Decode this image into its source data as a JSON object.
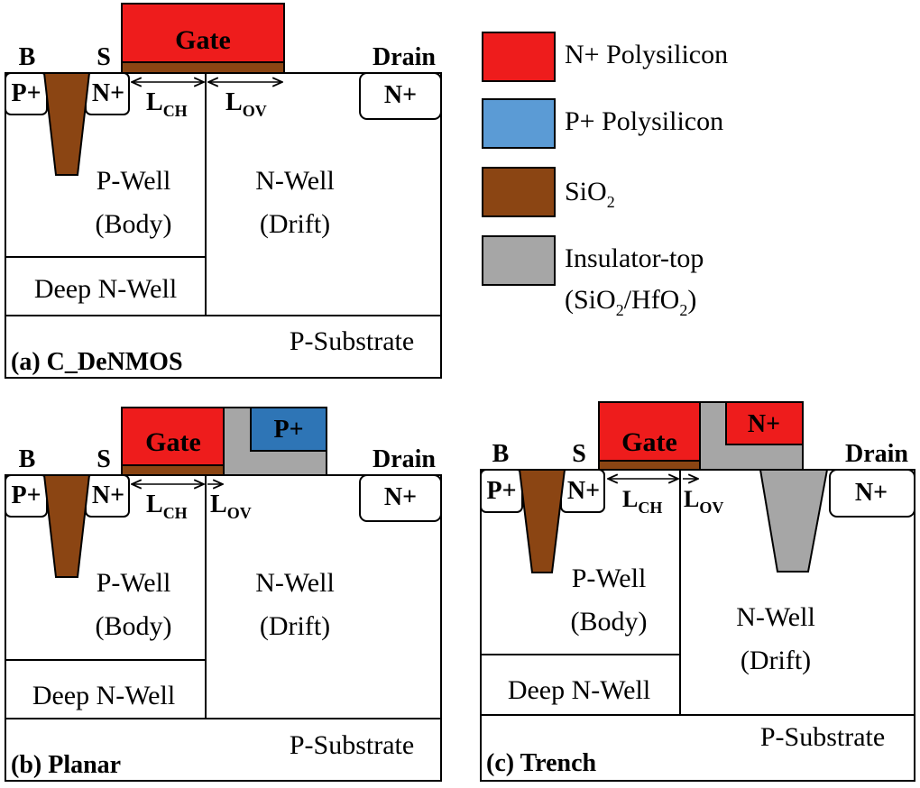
{
  "legend": [
    {
      "label": "N+ Polysilicon",
      "color": "#ee1c1c"
    },
    {
      "label": "P+ Polysilicon",
      "color": "#5b9bd5"
    },
    {
      "label_main": "SiO",
      "label_sub": "2",
      "color": "#8b4513"
    },
    {
      "label_line1": "Insulator-top",
      "line2_a": "(SiO",
      "line2_sub1": "2",
      "line2_b": "/HfO",
      "line2_sub2": "2",
      "line2_c": ")",
      "color": "#a6a6a6"
    }
  ],
  "colors": {
    "n_poly": "#ee1c1c",
    "p_poly": "#2e75b6",
    "oxide": "#8b4513",
    "insulator": "#a6a6a6",
    "outline": "#000000"
  },
  "panel_a": {
    "caption": "(a) C_DeNMOS",
    "gate": "Gate",
    "b": "B",
    "s": "S",
    "drain": "Drain",
    "p_plus": "P+",
    "n_plus_source": "N+",
    "n_plus_drain": "N+",
    "l_ch": "L",
    "l_ch_sub": "CH",
    "l_ov": "L",
    "l_ov_sub": "OV",
    "p_well": "P-Well",
    "body": "(Body)",
    "n_well": "N-Well",
    "drift": "(Drift)",
    "deep_n_well": "Deep N-Well",
    "p_substrate": "P-Substrate"
  },
  "panel_b": {
    "caption": "(b) Planar",
    "gate": "Gate",
    "field_plate": "P+",
    "b": "B",
    "s": "S",
    "drain": "Drain",
    "p_plus": "P+",
    "n_plus_source": "N+",
    "n_plus_drain": "N+",
    "l_ch": "L",
    "l_ch_sub": "CH",
    "l_ov": "L",
    "l_ov_sub": "OV",
    "p_well": "P-Well",
    "body": "(Body)",
    "n_well": "N-Well",
    "drift": "(Drift)",
    "deep_n_well": "Deep N-Well",
    "p_substrate": "P-Substrate"
  },
  "panel_c": {
    "caption": "(c) Trench",
    "gate": "Gate",
    "field_plate": "N+",
    "b": "B",
    "s": "S",
    "drain": "Drain",
    "p_plus": "P+",
    "n_plus_source": "N+",
    "n_plus_drain": "N+",
    "l_ch": "L",
    "l_ch_sub": "CH",
    "l_ov": "L",
    "l_ov_sub": "OV",
    "p_well": "P-Well",
    "body": "(Body)",
    "n_well": "N-Well",
    "drift": "(Drift)",
    "deep_n_well": "Deep N-Well",
    "p_substrate": "P-Substrate"
  }
}
